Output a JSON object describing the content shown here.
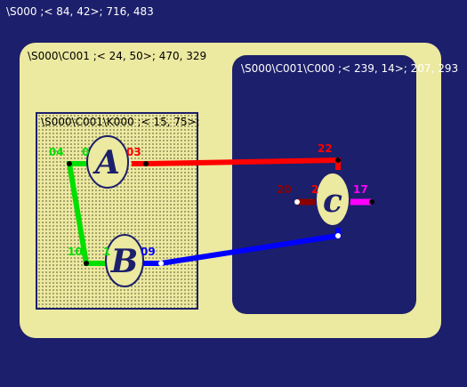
{
  "root": {
    "label": "\\S000 ;< 84, 42>;  716, 483"
  },
  "c001": {
    "label": "\\S000\\C001 ;< 24, 50>;  470, 329"
  },
  "c000": {
    "label": "\\S000\\C001\\C000 ;< 239, 14>;  207, 293"
  },
  "k000": {
    "label": "\\S000\\C001\\K000 ;< 15, 75>;"
  },
  "nodes": [
    {
      "id": "A",
      "letter": "A"
    },
    {
      "id": "B",
      "letter": "B"
    },
    {
      "id": "C",
      "letter": "c"
    }
  ],
  "ports": {
    "a_left": "04",
    "a_top": "0",
    "a_right": "03",
    "b_left": "10",
    "b_top": "1",
    "b_right": "09",
    "c_top_right": "22",
    "c_left": "20",
    "c_left_inner": "2",
    "c_right": "17"
  },
  "colors": {
    "background": "#1c1f6b",
    "panel": "#ece9a0",
    "green": "#00e000",
    "red": "#ff0000",
    "blue": "#0000ff",
    "darkred": "#8b0000",
    "magenta": "#ff00ff"
  }
}
